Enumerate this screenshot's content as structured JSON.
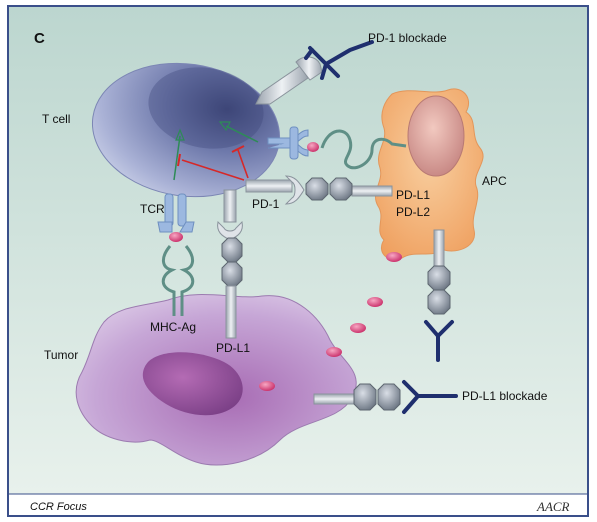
{
  "figure": {
    "panel_letter": "C",
    "footer_text": "CCR Focus",
    "logo_text": "AACR"
  },
  "labels": {
    "pd1_blockade": "PD-1 blockade",
    "t_cell": "T cell",
    "apc": "APC",
    "tcr": "TCR",
    "pd1": "PD-1",
    "pdl1_apc": "PD-L1",
    "pdl2": "PD-L2",
    "mhc_ag": "MHC-Ag",
    "pdl1_tumor": "PD-L1",
    "tumor": "Tumor",
    "pdl1_blockade": "PD-L1 blockade"
  },
  "colors": {
    "frame_border": "#3a4f8a",
    "background_top": "#c8ded8",
    "background_bottom": "#e6f0ea",
    "t_cell_body": "#8a94c4",
    "apc_body": "#f2b67c",
    "tumor_body": "#b99acb",
    "antibody": "#1f2f6e",
    "receptor": "#9cb8e0",
    "ligand": "#7d8794",
    "tether": "#5f8f86",
    "activation_arrow": "#2e8b57",
    "inhibition_arrow": "#d62828",
    "particle": "#d5417a"
  }
}
